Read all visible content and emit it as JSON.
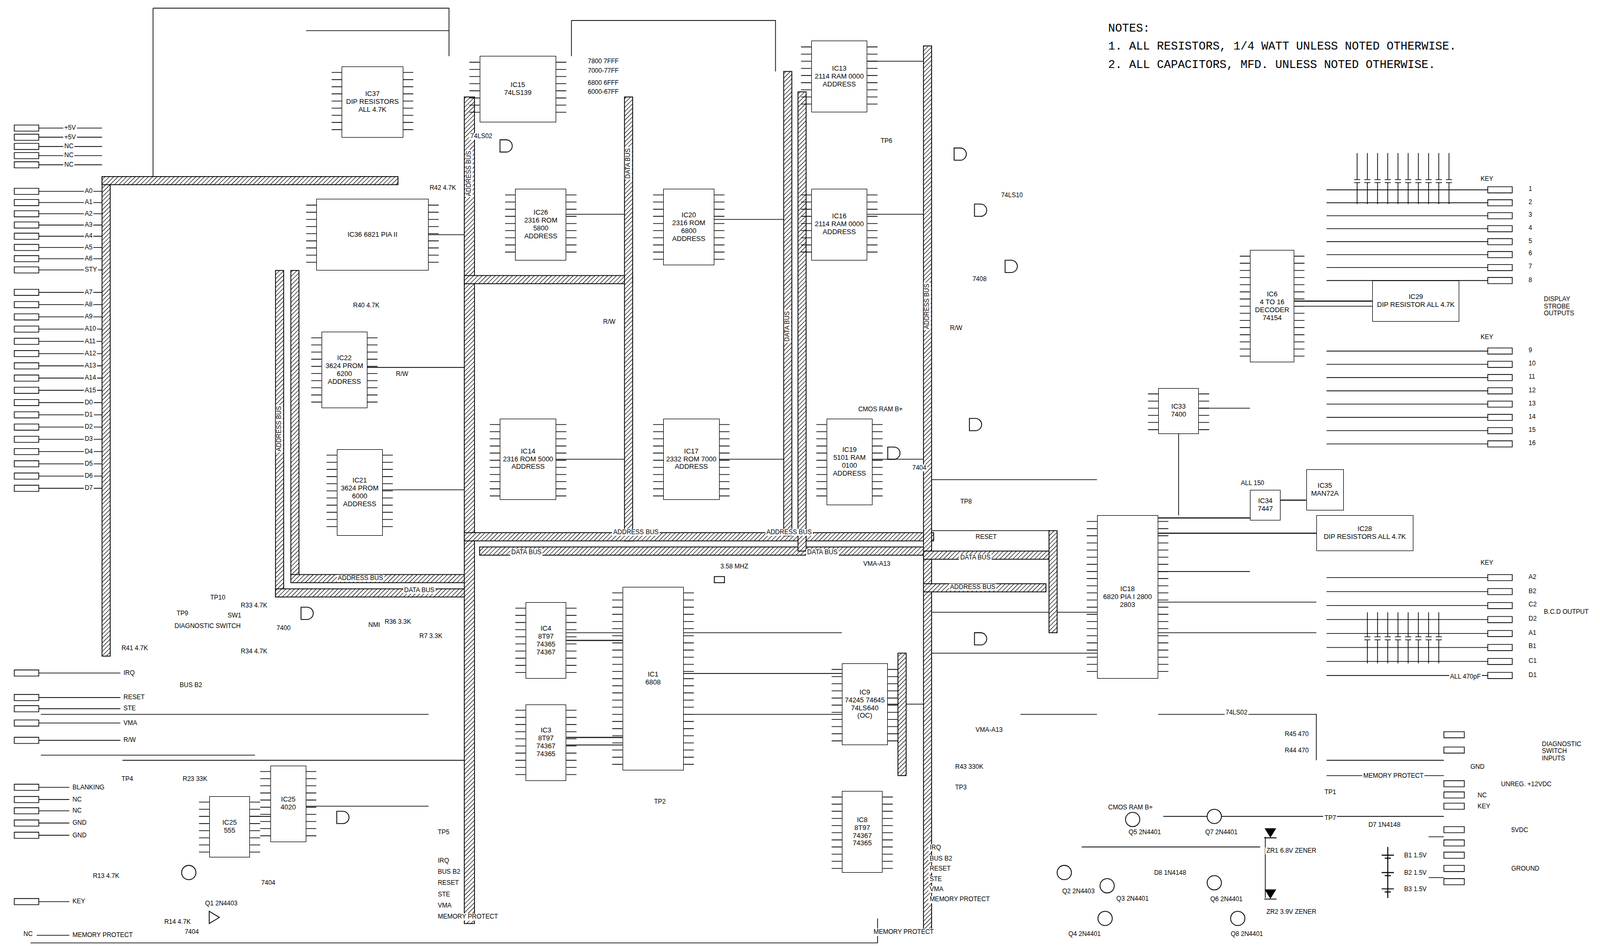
{
  "diagram": {
    "nodes": [
      {
        "text": [
          "IC15",
          "74LS139"
        ]
      },
      {
        "text": [
          "IC37",
          "DIP RESISTORS ALL 4.7K"
        ]
      },
      {
        "text": [
          "IC13",
          "2114 RAM 0000 ADDRESS"
        ]
      },
      {
        "text": [
          "IC36 6821 PIA II"
        ]
      },
      {
        "text": [
          "IC26",
          "2316 ROM 5800 ADDRESS"
        ]
      },
      {
        "text": [
          "IC20",
          "2316 ROM 6800 ADDRESS"
        ]
      },
      {
        "text": [
          "IC16",
          "2114 RAM 0000 ADDRESS"
        ]
      },
      {
        "text": [
          "IC6",
          "4 TO 16 DECODER 74154"
        ]
      },
      {
        "text": [
          "IC29",
          "DIP RESISTOR ALL 4.7K"
        ]
      },
      {
        "text": [
          "IC22",
          "3624 PROM 6200 ADDRESS"
        ]
      },
      {
        "text": [
          "IC33",
          "7400"
        ]
      },
      {
        "text": [
          "IC14",
          "2316 ROM 5000 ADDRESS"
        ]
      },
      {
        "text": [
          "IC17",
          "2332 ROM 7000 ADDRESS"
        ]
      },
      {
        "text": [
          "IC19",
          "5101 RAM 0100 ADDRESS"
        ]
      },
      {
        "text": [
          "IC21",
          "3624 PROM 6000 ADDRESS"
        ]
      },
      {
        "text": [
          "IC35",
          "MAN72A"
        ]
      },
      {
        "text": [
          "IC34",
          "7447"
        ]
      },
      {
        "text": [
          "IC18",
          "6820 PIA I 2800 2803"
        ]
      },
      {
        "text": [
          "IC28",
          "DIP RESISTORS ALL 4.7K"
        ]
      },
      {
        "text": [
          "IC4",
          "8T97 74365 74367"
        ]
      },
      {
        "text": [
          "IC1",
          "6808"
        ]
      },
      {
        "text": [
          "IC3",
          "8T97 74367 74365"
        ]
      },
      {
        "text": [
          "IC9",
          "74245 74645 74LS640 (OC)"
        ]
      },
      {
        "text": [
          "IC25",
          "4020"
        ]
      },
      {
        "text": [
          "IC25",
          "555"
        ]
      },
      {
        "text": [
          "IC8",
          "8T97 74367 74365"
        ]
      }
    ],
    "edges": [
      {
        "from": 20,
        "to": 19,
        "arrow": "none"
      },
      {
        "from": 20,
        "to": 21,
        "arrow": "none"
      },
      {
        "from": 17,
        "to": 16,
        "arrow": "none"
      },
      {
        "from": 16,
        "to": 15,
        "arrow": "none"
      },
      {
        "from": 7,
        "to": 8,
        "arrow": "none"
      },
      {
        "from": 17,
        "to": 18,
        "arrow": "none"
      }
    ],
    "labels": [
      "NOTES:",
      "1. ALL RESISTORS, 1/4 WATT UNLESS NOTED OTHERWISE.",
      "2. ALL CAPACITORS, MFD. UNLESS NOTED OTHERWISE.",
      "+5V",
      "+5V",
      "NC",
      "NC",
      "NC",
      "A0",
      "A1",
      "A2",
      "A3",
      "A4",
      "A5",
      "A6",
      "STY",
      "A7",
      "A8",
      "A9",
      "A10",
      "A11",
      "A12",
      "A13",
      "A14",
      "A15",
      "D0",
      "D1",
      "D2",
      "D3",
      "D4",
      "D5",
      "D6",
      "D7",
      "IRQ",
      "BUS B2",
      "RESET",
      "STE",
      "VMA",
      "R/W",
      "BLANKING",
      "NC",
      "NC",
      "GND",
      "GND",
      "KEY",
      "MEMORY PROTECT",
      "NC",
      "DIAGNOSTIC SWITCH",
      "SW1",
      "TP10",
      "TP9",
      "TP4",
      "Q1 2N4403",
      "TP5",
      "TP2",
      "3.58 MHZ",
      "TP6",
      "TP8",
      "TP3",
      "CMOS RAM B+",
      "CMOS RAM B+",
      "TP1",
      "TP7",
      "UNREG. +12VDC",
      "NC",
      "KEY",
      "5VDC",
      "GROUND",
      "B1 1.5V",
      "B2 1.5V",
      "B3 1.5V",
      "D7 1N4148",
      "D8 1N4148",
      "Q2 2N4403",
      "Q3 2N4401",
      "Q4 2N4401",
      "Q5 2N4401",
      "Q6 2N4401",
      "Q7 2N4401",
      "Q8 2N4401",
      "ZR1 6.8V ZENER",
      "ZR2 3.9V ZENER",
      "KEY",
      "1",
      "2",
      "3",
      "4",
      "5",
      "6",
      "7",
      "8",
      "DISPLAY STROBE OUTPUTS",
      "KEY",
      "9",
      "10",
      "11",
      "12",
      "13",
      "14",
      "15",
      "16",
      "KEY",
      "A2",
      "B2",
      "C2",
      "D2",
      "A1",
      "B1",
      "C1",
      "D1",
      "B.C.D OUTPUT",
      "ALL 470pF",
      "DIAGNOSTIC SWITCH INPUTS",
      "GND",
      "MEMORY PROTECT",
      "ALL 150",
      "IRQ",
      "BUS B2",
      "RESET",
      "STE",
      "VMA",
      "MEMORY PROTECT",
      "IRQ",
      "BUS B2",
      "RESET",
      "STE",
      "VMA",
      "MEMORY PROTECT",
      "MEMORY PROTECT",
      "ADDRESS BUS",
      "DATA BUS",
      "ADDRESS BUS",
      "DATA BUS",
      "ADDRESS BUS",
      "DATA BUS",
      "ADDRESS BUS",
      "DATA BUS",
      "VMA-A13",
      "VMA-A13",
      "ADDRESS BUS",
      "DATA BUS",
      "ADDRESS BUS",
      "DATA BUS",
      "ADDRESS BUS",
      "RESET",
      "R/W",
      "R/W",
      "R/W",
      "NMI",
      "7800 7FFF",
      "7000-77FF",
      "6800 6FFF",
      "6000-67FF",
      "R42 4.7K",
      "R40 4.7K",
      "R41 4.7K",
      "R33 4.7K",
      "R34 4.7K",
      "R7 3.3K",
      "R36 3.3K",
      "R13 4.7K",
      "R14 4.7K",
      "R43 330K",
      "R44 470",
      "R45 470",
      "R23 33K",
      "74LS02",
      "74LS10",
      "7408",
      "7404",
      "7400",
      "7404",
      "74LS02",
      "7404"
    ]
  }
}
